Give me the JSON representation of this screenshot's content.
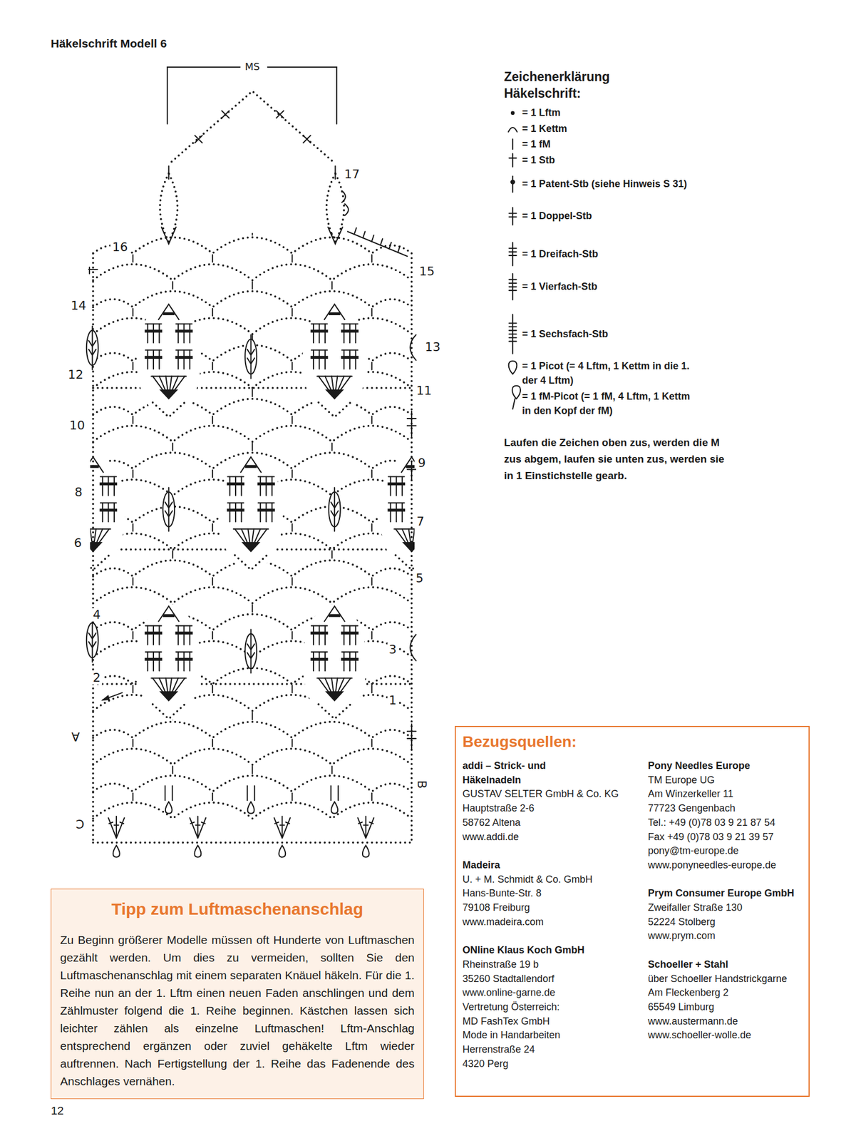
{
  "diagram": {
    "title": "Häkelschrift Modell 6",
    "nodes": [
      {
        "text": [
          "Bezugsquellen:",
          "addi – Strick- und Häkelnadeln",
          "GUSTAV SELTER GmbH & Co. KG",
          "Hauptstraße 2-6",
          "58762 Altena",
          "www.addi.de",
          "Madeira",
          "U. + M. Schmidt & Co. GmbH",
          "Hans-Bunte-Str. 8",
          "79108 Freiburg",
          "www.madeira.com",
          "ONline Klaus Koch GmbH",
          "Rheinstraße 19 b",
          "35260 Stadtallendorf",
          "www.online-garne.de",
          "Vertretung Österreich:",
          "MD FashTex GmbH",
          "Mode in Handarbeiten",
          "Herrenstraße 24",
          "4320 Perg",
          "Pony Needles Europe",
          "TM Europe UG",
          "Am Winzerkeller 11",
          "77723 Gengenbach",
          "Tel.: +49 (0)78 03 9 21 87 54",
          "Fax +49 (0)78 03 9 21 39 57",
          "pony@tm-europe.de",
          "www.ponyneedles-europe.de",
          "Prym Consumer Europe GmbH",
          "Zweifaller Straße 130",
          "52224 Stolberg",
          "www.prym.com",
          "Schoeller + Stahl",
          "über Schoeller Handstrickgarne",
          "Am Fleckenberg 2",
          "65549 Limburg",
          "www.austermann.de",
          "www.schoeller-wolle.de"
        ]
      },
      {
        "text": [
          "Tipp zum Luftmaschenanschlag",
          "Zu Beginn größerer Modelle müssen oft Hunderte von Luftmaschen gezählt werden. Um dies zu vermeiden, sollten Sie den Luftmaschenanschlag mit einem separaten Knäuel häkeln. Für die 1. Reihe nun an der 1. Lftm einen neuen Faden anschlingen und dem Zählmuster folgend die 1. Reihe beginnen. Kästchen lassen sich leichter zählen als einzelne Luftmaschen! Lftm-Anschlag entsprechend ergänzen oder zuviel gehäkelte Lftm wieder auftrennen. Nach Fertigstellung der 1. Reihe das Fadenende des Anschlages vernähen."
        ]
      }
    ],
    "labels": [
      "MS",
      "17",
      "16",
      "15",
      "14",
      "13",
      "12",
      "11",
      "10",
      "9",
      "8",
      "7",
      "6",
      "5",
      "4",
      "3",
      "2",
      "1",
      "A",
      "B",
      "C",
      "Zeichenerklärung Häkelschrift:",
      "Laufen die Zeichen oben zus, werden die M zus abgem, laufen sie unten zus, werden sie in 1 Einstichstelle gearb.",
      "12"
    ],
    "legend": [
      {
        "text": "= 1 Lftm"
      },
      {
        "text": "= 1 Kettm"
      },
      {
        "text": "= 1 fM"
      },
      {
        "text": "= 1 Stb"
      },
      {
        "text": "= 1 Patent-Stb (siehe Hinweis S 31)"
      },
      {
        "text": "= 1 Doppel-Stb"
      },
      {
        "text": "= 1 Dreifach-Stb"
      },
      {
        "text": "= 1 Vierfach-Stb"
      },
      {
        "text": "= 1 Sechsfach-Stb"
      },
      {
        "text": "= 1 Picot (= 4 Lftm, 1 Kettm in die 1. der 4 Lftm)"
      },
      {
        "text": "= 1 fM-Picot (= 1 fM, 4 Lftm, 1 Kettm in den Kopf der fM)"
      }
    ]
  }
}
